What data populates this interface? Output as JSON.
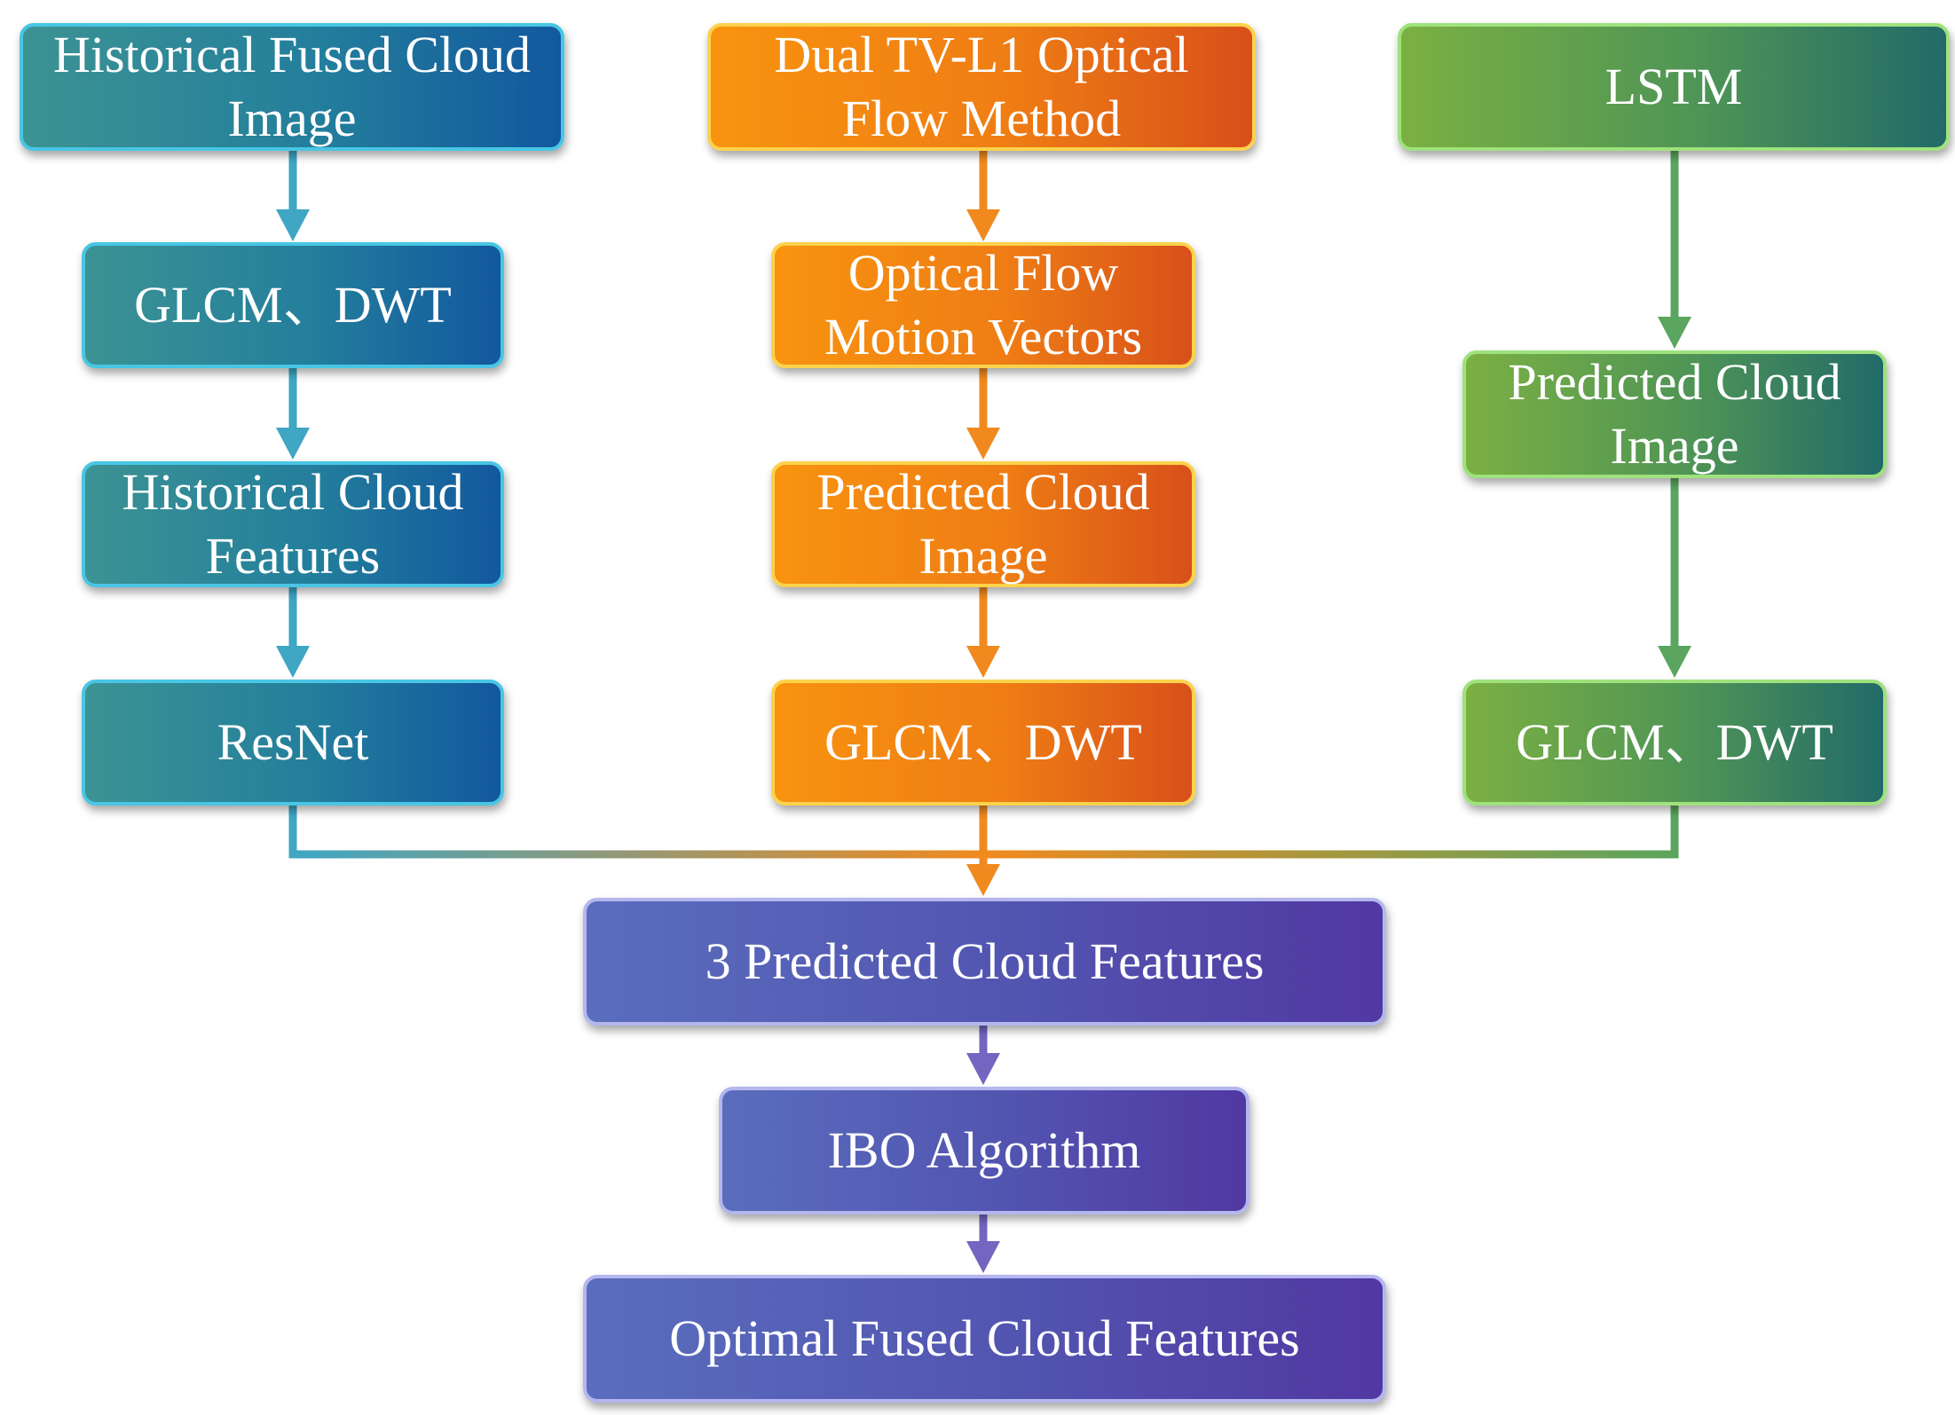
{
  "colors": {
    "blue_line": "#3fa6c4",
    "orange_line": "#f08a1f",
    "green_line": "#5aa55f",
    "purple_line": "#7466c0"
  },
  "columns": {
    "left": {
      "top": "Historical Fused Cloud Image",
      "step1": "GLCM、DWT",
      "step2": "Historical Cloud Features",
      "step3": "ResNet"
    },
    "middle": {
      "top": "Dual TV-L1 Optical Flow Method",
      "step1": "Optical Flow Motion Vectors",
      "step2": "Predicted Cloud Image",
      "step3": "GLCM、DWT"
    },
    "right": {
      "top": "LSTM",
      "step1": "Predicted Cloud Image",
      "step2": "GLCM、DWT"
    }
  },
  "bottom": {
    "features": "3 Predicted Cloud Features",
    "algorithm": "IBO Algorithm",
    "result": "Optimal Fused Cloud Features"
  }
}
